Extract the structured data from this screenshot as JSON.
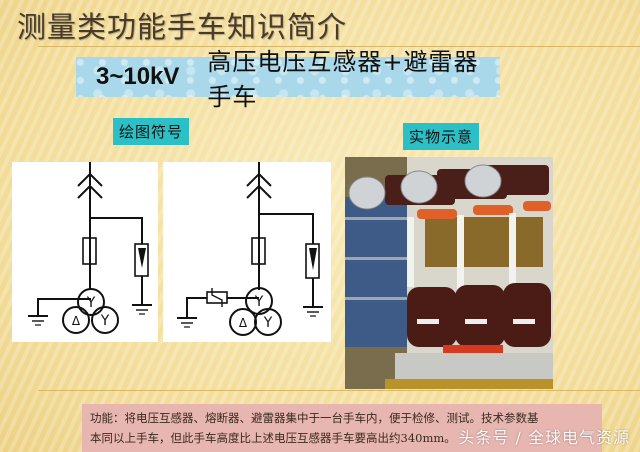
{
  "slide": {
    "title": "测量类功能手车知识简介",
    "banner": {
      "voltage": "3~10kV",
      "text": "高压电压互感器+避雷器手车"
    },
    "labels": {
      "symbol": "绘图符号",
      "photo": "实物示意"
    },
    "diagrams": [
      {
        "name": "symbol-diagram-1",
        "description": "PT cart symbol: plug-in contact, fuse, arrester, Y-Y-Δ transformer, ground"
      },
      {
        "name": "symbol-diagram-2",
        "description": "PT cart symbol with resonance damping element: plug-in contact, fuse, arrester, Y-Y-Δ transformer, ground"
      }
    ],
    "photo": {
      "caption": "实物示意"
    },
    "description": {
      "line1": "功能：将电压互感器、熔断器、避雷器集中于一台手车内，便于检修、测试。技术参数基",
      "line2": "本同以上手车，但此手车高度比上述电压互感器手车要高出约340mm。"
    },
    "watermark": "头条号 / 全球电气资源"
  },
  "colors": {
    "background": "#f4e3a8",
    "banner": "#a8d8ea",
    "label": "#2bbfc6",
    "description_bg": "#e8b6b0",
    "title_text": "#4a3a2a"
  }
}
